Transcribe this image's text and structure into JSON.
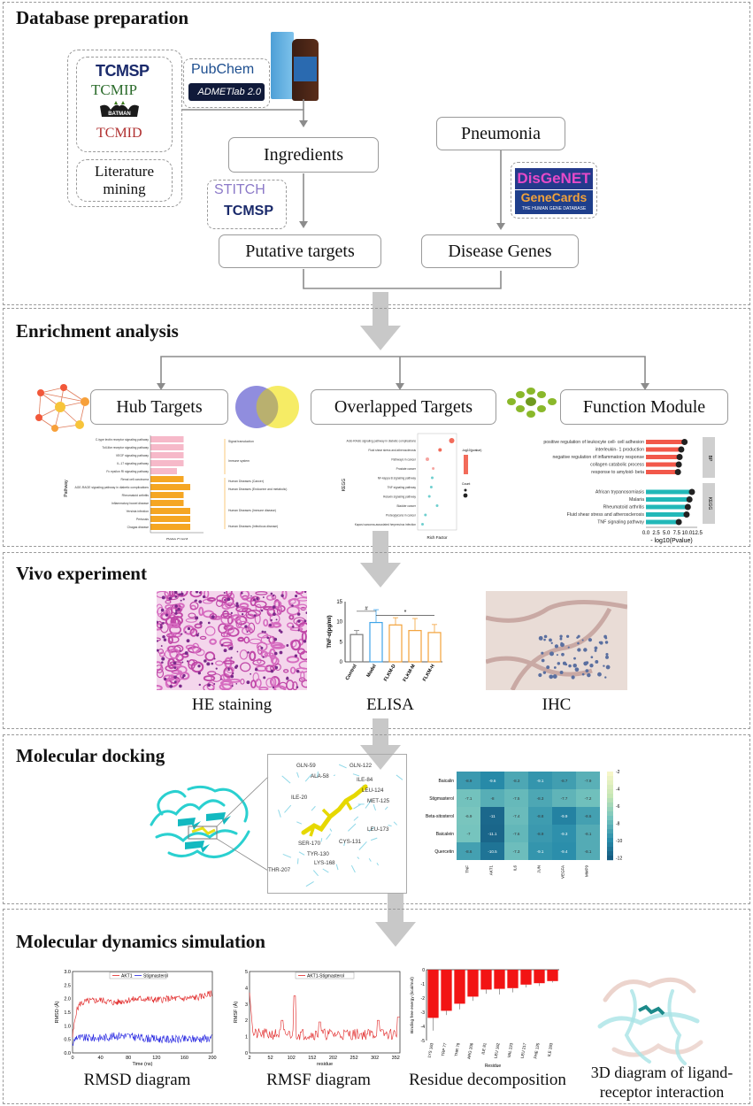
{
  "sections": {
    "s1": "Database preparation",
    "s2": "Enrichment analysis",
    "s3": "Vivo experiment",
    "s4": "Molecular docking",
    "s5": "Molecular dynamics simulation"
  },
  "db": {
    "tcmsp": "TCMSP",
    "tcmip": "TCMIP",
    "batman": "BATMAN",
    "tcmid": "TCMID",
    "literature": "Literature mining",
    "pubchem": "PubChem",
    "admetlab": "ADMETlab 2.0",
    "stitch": "STITCH",
    "tcmsp2": "TCMSP",
    "disgenet": "DisGeNET",
    "genecards": "GeneCards",
    "genecards_sub": "THE HUMAN GENE DATABASE",
    "ingredients": "Ingredients",
    "putative": "Putative targets",
    "pneumonia": "Pneumonia",
    "disease": "Disease Genes"
  },
  "enrich": {
    "hub": "Hub Targets",
    "overlap": "Overlapped Targets",
    "function": "Function Module",
    "kegg_bars": {
      "ylabel": "Pathway",
      "xlabel": "Gene Count",
      "rows": [
        {
          "label": "C-type lectin receptor signaling pathway",
          "value": 5,
          "group": "pink"
        },
        {
          "label": "Toll-like receptor signaling pathway",
          "value": 5,
          "group": "pink"
        },
        {
          "label": "VEGF signaling pathway",
          "value": 5,
          "group": "pink"
        },
        {
          "label": "IL-17 signaling pathway",
          "value": 5,
          "group": "pink"
        },
        {
          "label": "Fc epsilon RI signaling pathway",
          "value": 4,
          "group": "pink"
        },
        {
          "label": "Renal cell carcinoma",
          "value": 5,
          "group": "orange"
        },
        {
          "label": "AGE-RAGE signaling pathway in diabetic complications",
          "value": 6,
          "group": "orange"
        },
        {
          "label": "Rheumatoid arthritis",
          "value": 5,
          "group": "orange"
        },
        {
          "label": "Inflammatory bowel disease",
          "value": 5,
          "group": "orange"
        },
        {
          "label": "Yersinia infection",
          "value": 6,
          "group": "orange"
        },
        {
          "label": "Pertussis",
          "value": 6,
          "group": "orange"
        },
        {
          "label": "Chagas disease",
          "value": 6,
          "group": "orange"
        }
      ],
      "groups": [
        "Signal transduction",
        "Immune system",
        "Human Diseases (Cancer)",
        "Human Diseases (Endocrine and metabolic)",
        "Human Diseases (Immune disease)",
        "Human Diseases (Infectious disease)"
      ]
    },
    "dot": {
      "ylabel": "KEGG",
      "xlabel": "Rich Factor",
      "legend_title": "-log10(pvalue)",
      "legend_count": "Count",
      "rows": [
        {
          "label": "AGE-RAGE signaling pathway in diabetic complications",
          "x": 0.45,
          "size": 6
        },
        {
          "label": "Fluid shear stress and atherosclerosis",
          "x": 0.33,
          "size": 4
        },
        {
          "label": "Pathways in cancer",
          "x": 0.2,
          "size": 4
        },
        {
          "label": "Prostate cancer",
          "x": 0.26,
          "size": 3
        },
        {
          "label": "NF-kappa B signaling pathway",
          "x": 0.25,
          "size": 3
        },
        {
          "label": "TNF signaling pathway",
          "x": 0.24,
          "size": 3
        },
        {
          "label": "Relaxin signaling pathway",
          "x": 0.22,
          "size": 3
        },
        {
          "label": "Bladder cancer",
          "x": 0.3,
          "size": 3
        },
        {
          "label": "Proteoglycans in cancer",
          "x": 0.18,
          "size": 3
        },
        {
          "label": "Kaposi sarcoma-associated herpesvirus infection",
          "x": 0.15,
          "size": 3
        }
      ]
    },
    "func": {
      "xlabel": "- log10(Pvalue)",
      "ticks": [
        "0.0",
        "2.5",
        "5.0",
        "7.5",
        "10.0",
        "12.5"
      ],
      "bp_label": "BP",
      "kegg_label": "KEGG",
      "bp": [
        {
          "label": "positive regulation of leukocyte cell- cell adhesion",
          "value": 9.4
        },
        {
          "label": "interleukin- 1 production",
          "value": 8.6
        },
        {
          "label": "negative regulation of inflammatory response",
          "value": 8.2
        },
        {
          "label": "collagen catabolic process",
          "value": 8.0
        },
        {
          "label": "response to amyloid- beta",
          "value": 7.8
        }
      ],
      "kegg": [
        {
          "label": "African trypanosomiasis",
          "value": 11.2
        },
        {
          "label": "Malaria",
          "value": 10.6
        },
        {
          "label": "Rheumatoid arthritis",
          "value": 10.2
        },
        {
          "label": "Fluid shear stress and atherosclerosis",
          "value": 9.9
        },
        {
          "label": "TNF signaling pathway",
          "value": 8.0
        }
      ]
    }
  },
  "vivo": {
    "he": "HE staining",
    "elisa": "ELISA",
    "ihc": "IHC",
    "elisa_chart": {
      "ylabel": "TNF-α(pg/ml)",
      "ylim": [
        0,
        15
      ],
      "yticks": [
        "0",
        "5",
        "10",
        "15"
      ],
      "categories": [
        "Control",
        "Model",
        "FLKM-D",
        "FLKM-M",
        "FLKM-H"
      ],
      "values": [
        6.8,
        9.8,
        9.2,
        7.8,
        7.3
      ],
      "errors": [
        1.0,
        3.2,
        1.8,
        3.0,
        2.0
      ],
      "sig1": "#",
      "sig2": "*"
    }
  },
  "docking": {
    "residues": [
      "GLN-59",
      "GLN-122",
      "ALA-58",
      "ILE-84",
      "LEU-124",
      "MET-125",
      "ILE-20",
      "LEU-173",
      "SER-170",
      "CYS-131",
      "TYR-130",
      "LYS-168",
      "THR-207"
    ],
    "heatmap": {
      "rows": [
        "Baicalin",
        "Stigmasterol",
        "Beta-sitosterol",
        "Baicalein",
        "Quercetin"
      ],
      "cols": [
        "TNF",
        "AKT1",
        "IL6",
        "JUN",
        "VEGFA",
        "MMP9"
      ],
      "values": [
        [
          -8.9,
          -9.6,
          -8.3,
          -9.1,
          -8.7,
          -7.9
        ],
        [
          -7.1,
          -8.0,
          -7.5,
          -8.3,
          -7.7,
          -7.2
        ],
        [
          -6.9,
          -11.0,
          -7.4,
          -8.8,
          -9.9,
          -8.6
        ],
        [
          -7.0,
          -11.1,
          -7.6,
          -8.9,
          -9.3,
          -8.1
        ],
        [
          -8.6,
          -10.5,
          -7.3,
          -9.1,
          -9.4,
          -8.1
        ]
      ],
      "legend_ticks": [
        "-2",
        "-4",
        "-6",
        "-8",
        "-10",
        "-12"
      ]
    }
  },
  "md": {
    "rmsd": {
      "caption": "RMSD diagram",
      "ylabel": "RMSD (Å)",
      "xlabel": "Time (ns)",
      "legend": [
        "AKT1",
        "Stigmasterol"
      ],
      "xticks": [
        "0",
        "40",
        "80",
        "120",
        "160",
        "200"
      ],
      "yticks": [
        "0.0",
        "0.5",
        "1.0",
        "1.5",
        "2.0",
        "2.5",
        "3.0"
      ],
      "akt1": [
        [
          0,
          0.6
        ],
        [
          5,
          1.5
        ],
        [
          10,
          1.8
        ],
        [
          20,
          1.9
        ],
        [
          40,
          1.95
        ],
        [
          60,
          1.85
        ],
        [
          80,
          1.95
        ],
        [
          100,
          2.0
        ],
        [
          120,
          1.95
        ],
        [
          140,
          2.0
        ],
        [
          160,
          2.0
        ],
        [
          180,
          2.05
        ],
        [
          200,
          2.2
        ]
      ],
      "stig": [
        [
          0,
          0.3
        ],
        [
          5,
          0.6
        ],
        [
          10,
          0.55
        ],
        [
          40,
          0.55
        ],
        [
          70,
          0.65
        ],
        [
          100,
          0.55
        ],
        [
          130,
          0.5
        ],
        [
          160,
          0.5
        ],
        [
          200,
          0.55
        ]
      ]
    },
    "rmsf": {
      "caption": "RMSF diagram",
      "ylabel": "RMSF (Å)",
      "xlabel": "residue",
      "legend": "AKT1-Stigmasterol",
      "xticks": [
        "2",
        "52",
        "102",
        "152",
        "202",
        "252",
        "302",
        "352"
      ],
      "yticks": [
        "0",
        "1",
        "2",
        "3",
        "4",
        "5"
      ]
    },
    "decomp": {
      "caption": "Residue decomposition",
      "ylabel": "Binding free energy (kcal/mol)",
      "xlabel": "Residue",
      "categories": [
        "LYS 163",
        "TRP 77",
        "THR 78",
        "ARG 206",
        "ILE 81",
        "LEU 162",
        "VAL 223",
        "LEU 217",
        "PHE 125",
        "ILE 283"
      ],
      "values": [
        -3.4,
        -2.9,
        -2.4,
        -1.9,
        -1.4,
        -1.35,
        -1.3,
        -1.05,
        -0.95,
        -0.8
      ],
      "errors": [
        0.9,
        0.3,
        0.4,
        0.3,
        0.3,
        0.4,
        0.3,
        0.2,
        0.2,
        0.1
      ],
      "yticks": [
        "0",
        "-1",
        "-2",
        "-3",
        "-4",
        "-5"
      ]
    },
    "ligand_caption_1": "3D diagram of ligand-",
    "ligand_caption_2": "receptor interaction"
  }
}
